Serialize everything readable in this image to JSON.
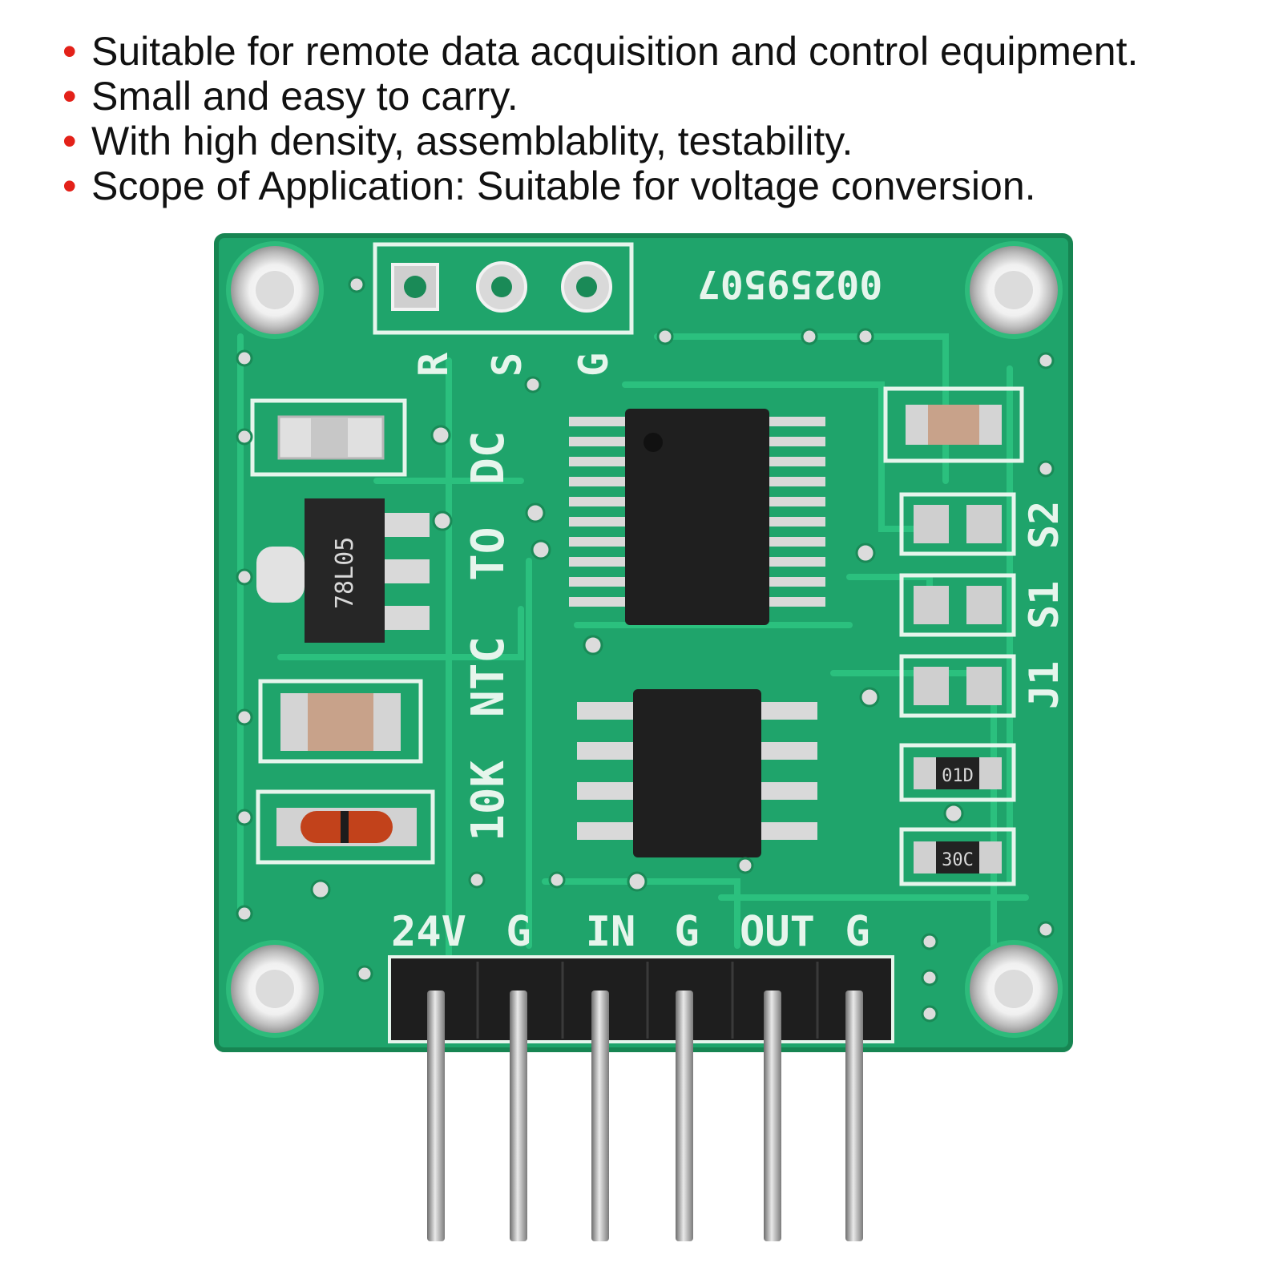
{
  "features": [
    "Suitable for remote data acquisition and control equipment.",
    "Small and easy to carry.",
    "With high density, assemblablity, testability.",
    "Scope of Application: Suitable for voltage conversion."
  ],
  "board": {
    "serial": "00259507",
    "top_pins": [
      "R",
      "S",
      "G"
    ],
    "side_label": [
      "10K",
      "NTC",
      "TO",
      "DC"
    ],
    "jumpers": [
      "S2",
      "S1",
      "J1"
    ],
    "regulator_marking": "78L05",
    "resistor_1": "01D",
    "resistor_2": "30C",
    "bottom_pins": [
      "24V",
      "G",
      "IN",
      "G",
      "OUT",
      "G"
    ]
  },
  "colors": {
    "bullet": "#e32119",
    "pcb": "#1ea36a",
    "silkscreen": "#e6f5ec"
  }
}
